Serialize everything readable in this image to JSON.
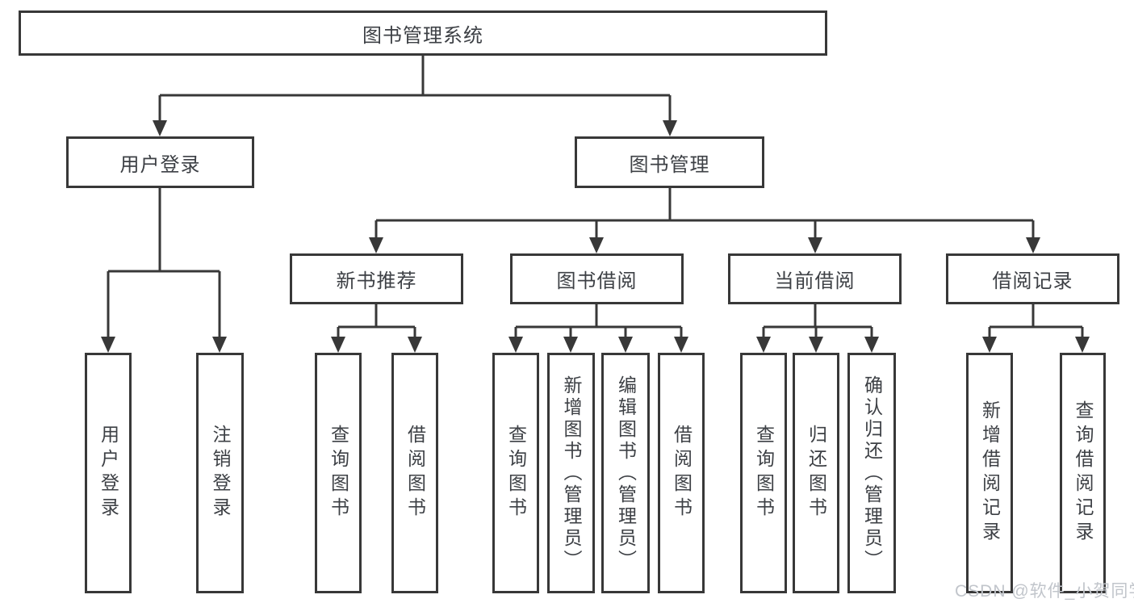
{
  "diagram_title": "图书管理系统",
  "tree": {
    "root": "图书管理系统",
    "branches": [
      {
        "label": "用户登录",
        "children": [
          {
            "label": "用户登录"
          },
          {
            "label": "注销登录"
          }
        ]
      },
      {
        "label": "图书管理",
        "children": [
          {
            "label": "新书推荐",
            "children": [
              {
                "label": "查询图书"
              },
              {
                "label": "借阅图书"
              }
            ]
          },
          {
            "label": "图书借阅",
            "children": [
              {
                "label": "查询图书"
              },
              {
                "label": "新增图书（管理员）"
              },
              {
                "label": "编辑图书（管理员）"
              },
              {
                "label": "借阅图书"
              }
            ]
          },
          {
            "label": "当前借阅",
            "children": [
              {
                "label": "查询图书"
              },
              {
                "label": "归还图书"
              },
              {
                "label": "确认归还（管理员）"
              }
            ]
          },
          {
            "label": "借阅记录",
            "children": [
              {
                "label": "新增借阅记录"
              },
              {
                "label": "查询借阅记录"
              }
            ]
          }
        ]
      }
    ]
  },
  "watermark": "CSDN @软件_小贺同学",
  "colors": {
    "line": "#383838",
    "box_border": "#383838",
    "text": "#3d4045",
    "watermark": "#c1c5cb",
    "background": "#ffffff"
  }
}
